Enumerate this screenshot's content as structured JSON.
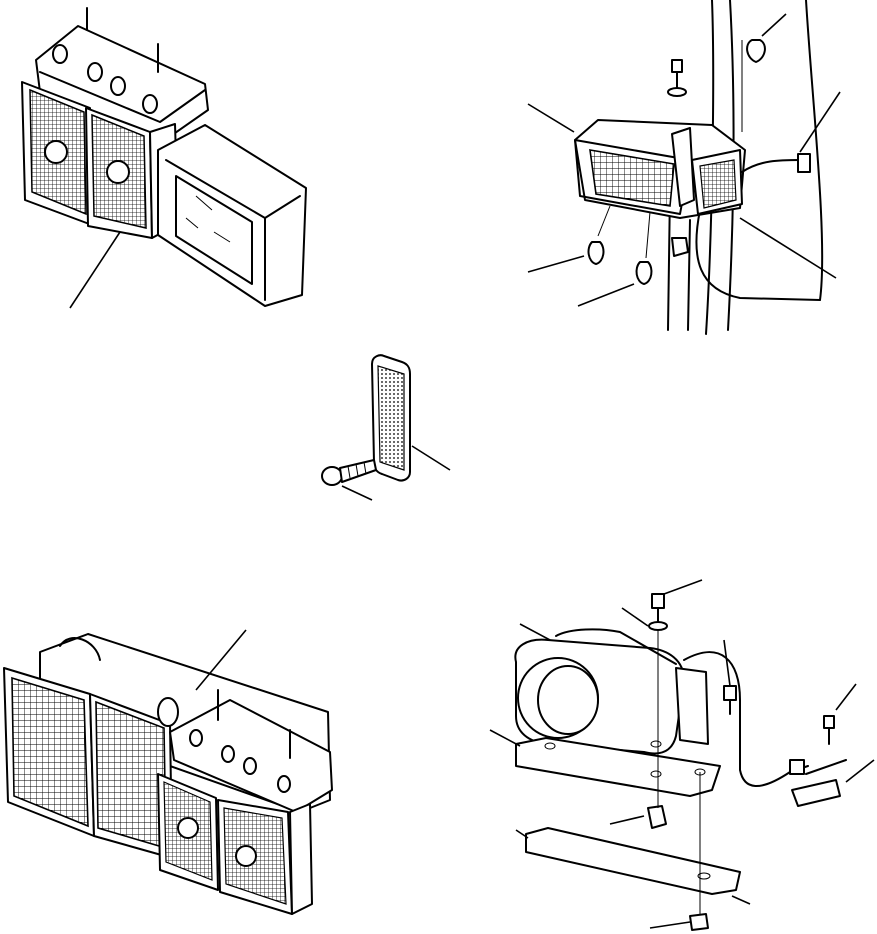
{
  "figure": {
    "type": "exploded-parts-diagram",
    "labels": [],
    "colors": {
      "ink": "#000000",
      "paper": "#ffffff"
    },
    "assemblies": [
      {
        "name": "rear-combination-lamp-with-reflector-lens",
        "icon": "lamp-assembly-icon"
      },
      {
        "name": "side-marker-lamp-on-post",
        "icon": "marker-lamp-icon"
      },
      {
        "name": "reflector-with-screw",
        "icon": "reflector-icon"
      },
      {
        "name": "rear-combination-lamp-four-section",
        "icon": "lamp-assembly-icon"
      },
      {
        "name": "work-lamp-on-bracket",
        "icon": "work-lamp-icon"
      }
    ]
  }
}
